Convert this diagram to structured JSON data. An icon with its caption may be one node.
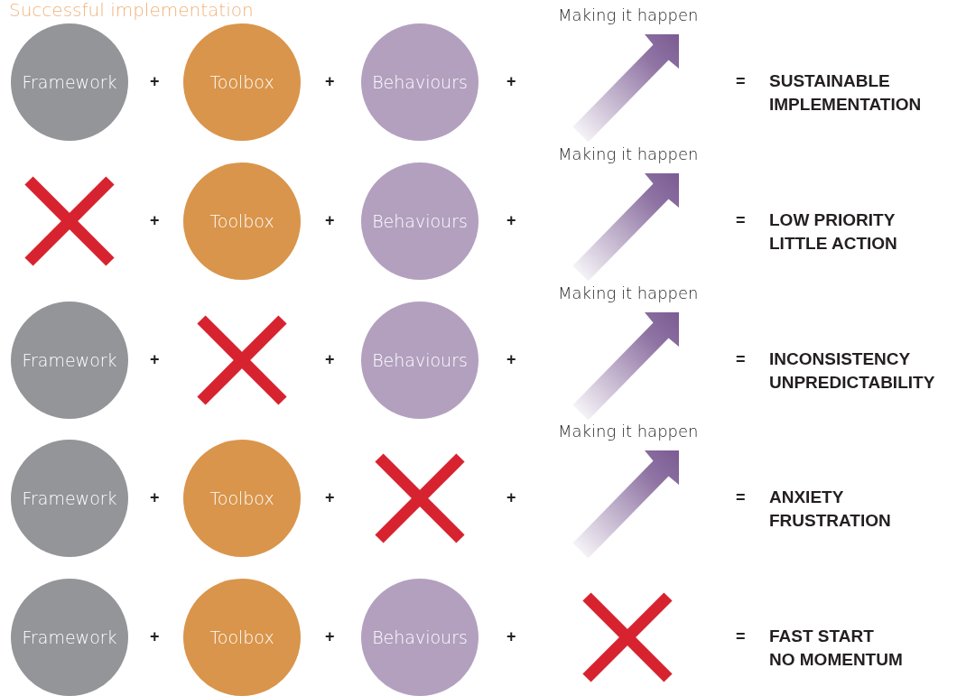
{
  "diagram": {
    "title": "Successful implementation",
    "nodes": [
      {
        "text": [
          "Framework"
        ]
      },
      {
        "text": [
          "Toolbox"
        ]
      },
      {
        "text": [
          "Behaviours"
        ]
      },
      {
        "text": [],
        "shape": "arrow",
        "beside": [
          "Making it happen"
        ]
      },
      {
        "text": [],
        "shape": "cross"
      },
      {
        "text": [
          "Toolbox"
        ]
      },
      {
        "text": [
          "Behaviours"
        ]
      },
      {
        "text": [],
        "shape": "arrow",
        "beside": [
          "Making it happen"
        ]
      },
      {
        "text": [
          "Framework"
        ]
      },
      {
        "text": [],
        "shape": "cross"
      },
      {
        "text": [
          "Behaviours"
        ]
      },
      {
        "text": [],
        "shape": "arrow",
        "beside": [
          "Making it happen"
        ]
      },
      {
        "text": [
          "Framework"
        ]
      },
      {
        "text": [
          "Toolbox"
        ]
      },
      {
        "text": [],
        "shape": "cross"
      },
      {
        "text": [],
        "shape": "arrow",
        "beside": [
          "Making it happen"
        ]
      },
      {
        "text": [
          "Framework"
        ]
      },
      {
        "text": [
          "Toolbox"
        ]
      },
      {
        "text": [
          "Behaviours"
        ]
      },
      {
        "text": [],
        "shape": "cross"
      }
    ],
    "labels": [
      "+",
      "+",
      "+",
      "=",
      "SUSTAINABLE",
      "IMPLEMENTATION",
      "+",
      "+",
      "+",
      "=",
      "LOW PRIORITY",
      "LITTLE ACTION",
      "+",
      "+",
      "+",
      "=",
      "INCONSISTENCY",
      "UNPREDICTABILITY",
      "+",
      "+",
      "+",
      "=",
      "ANXIETY",
      "FRUSTRATION",
      "+",
      "+",
      "+",
      "=",
      "FAST START",
      "NO MOMENTUM"
    ]
  }
}
